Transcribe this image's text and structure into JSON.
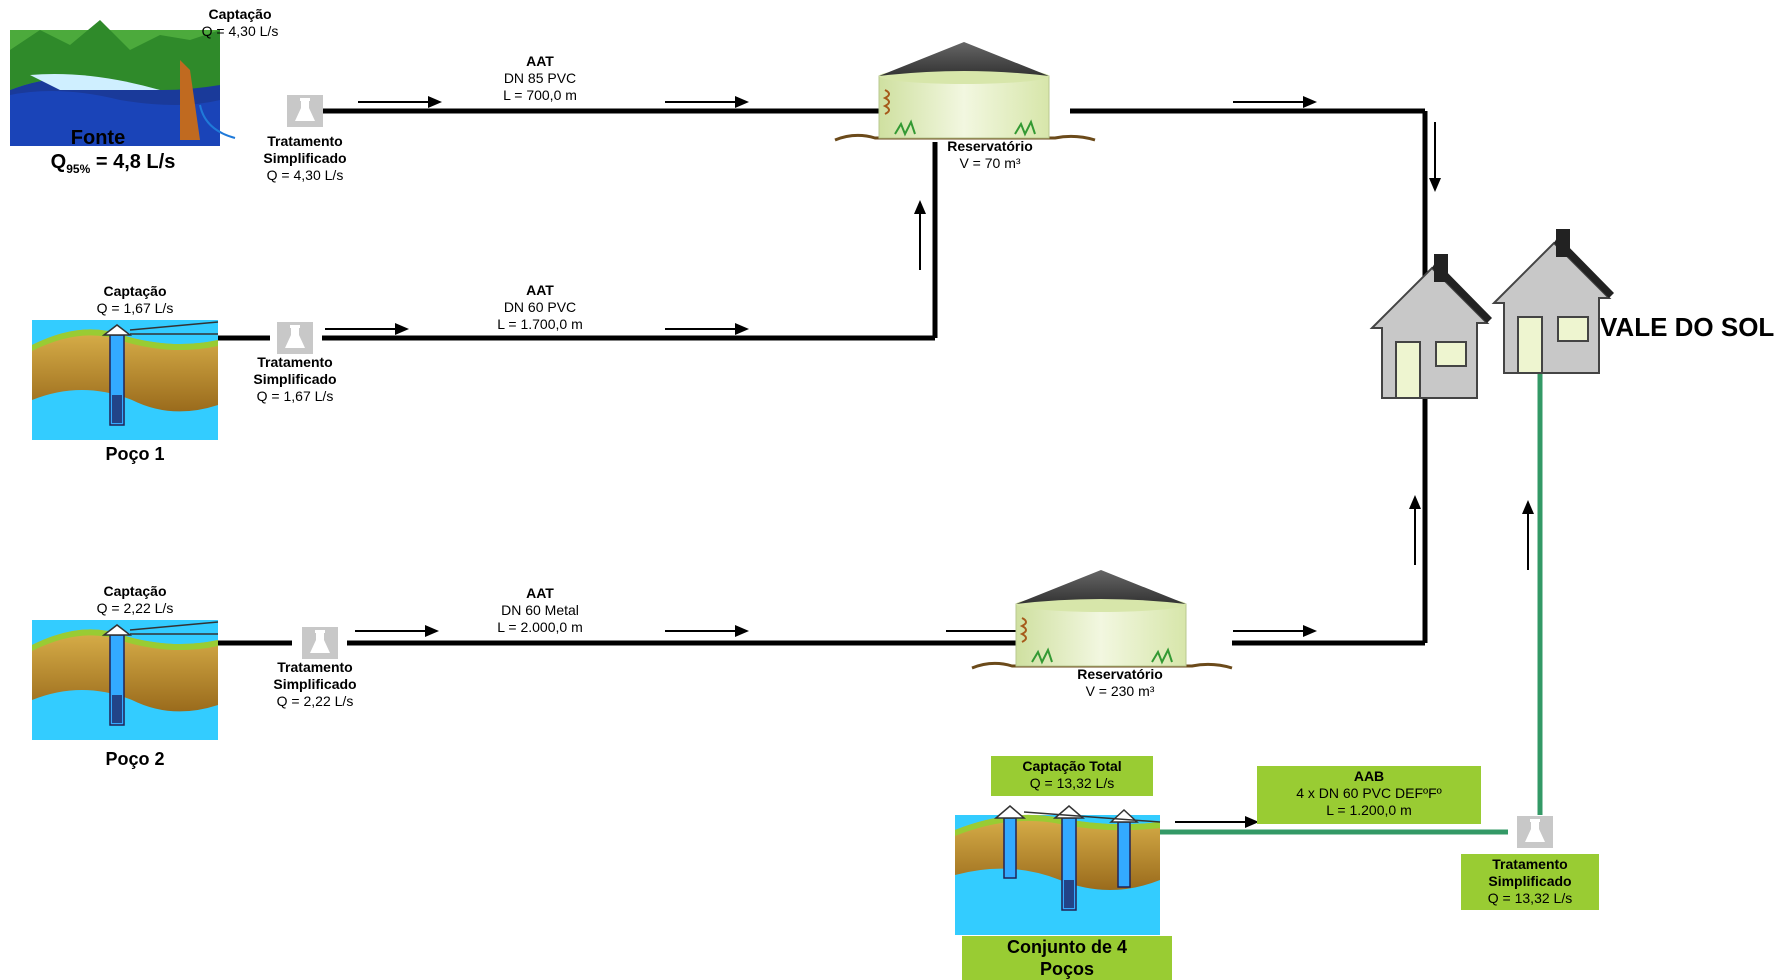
{
  "source": {
    "name": "Fonte",
    "flow_label": "= 4,8 L/s",
    "flow_q": "Q",
    "flow_sub": "95%",
    "captacao_title": "Captação",
    "captacao_value": "Q = 4,30 L/s",
    "treatment_title1": "Tratamento",
    "treatment_title2": "Simplificado",
    "treatment_value": "Q = 4,30 L/s"
  },
  "pipe1": {
    "title": "AAT",
    "spec": "DN 85  PVC",
    "length": "L = 700,0 m"
  },
  "reservoir1": {
    "title": "Reservatório",
    "volume": "V = 70 m³"
  },
  "well1": {
    "name": "Poço 1",
    "captacao_title": "Captação",
    "captacao_value": "Q = 1,67 L/s",
    "treatment_title1": "Tratamento",
    "treatment_title2": "Simplificado",
    "treatment_value": "Q = 1,67 L/s"
  },
  "pipe2": {
    "title": "AAT",
    "spec": "DN 60  PVC",
    "length": "L = 1.700,0 m"
  },
  "well2": {
    "name": "Poço 2",
    "captacao_title": "Captação",
    "captacao_value": "Q = 2,22 L/s",
    "treatment_title1": "Tratamento",
    "treatment_title2": "Simplificado",
    "treatment_value": "Q = 2,22 L/s"
  },
  "pipe3": {
    "title": "AAT",
    "spec": "DN 60  Metal",
    "length": "L = 2.000,0 m"
  },
  "reservoir2": {
    "title": "Reservatório",
    "volume": "V = 230 m³"
  },
  "wells_set": {
    "captacao_title": "Captação Total",
    "captacao_value": "Q = 13,32 L/s",
    "name_line1": "Conjunto de 4",
    "name_line2": "Poços"
  },
  "pipe4": {
    "title": "AAB",
    "spec": "4 x DN 60  PVC DEFºFº",
    "length": "L = 1.200,0 m"
  },
  "treatment4": {
    "title1": "Tratamento",
    "title2": "Simplificado",
    "value": "Q = 13,32 L/s"
  },
  "destination": {
    "name": "VALE DO SOL"
  },
  "colors": {
    "pipe": "#000000",
    "green_pipe": "#339966",
    "label_box": "#99cc33",
    "water": "#33ccff",
    "soil": "#cc9933",
    "house": "#c0c0c0"
  },
  "icons": [
    "flask-icon",
    "reservoir-icon",
    "house-icon",
    "well-icon",
    "spring-landscape-icon",
    "arrow-icon"
  ]
}
